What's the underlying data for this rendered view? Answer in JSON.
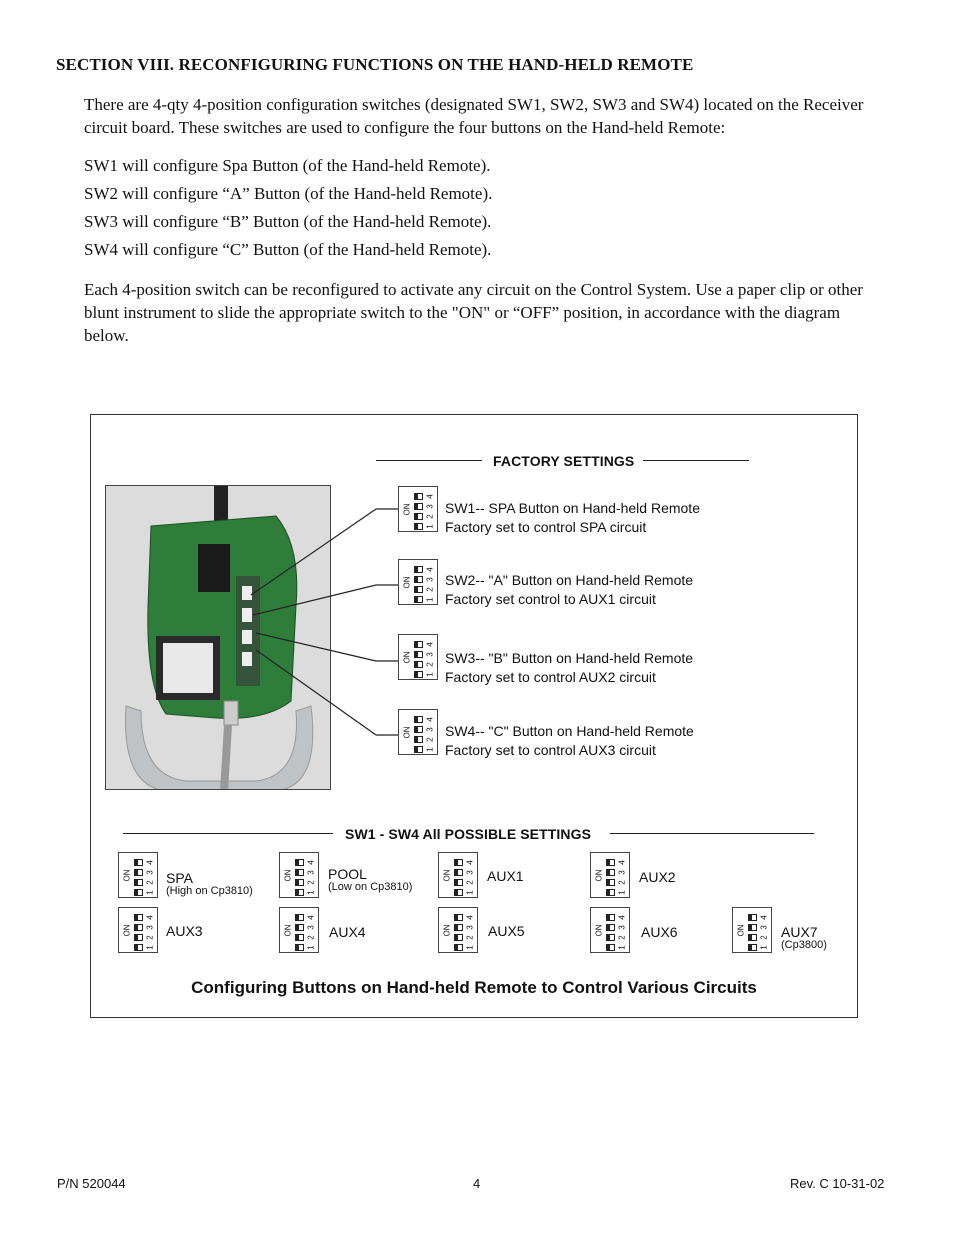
{
  "section_heading": "SECTION VIII.    RECONFIGURING FUNCTIONS ON THE HAND-HELD REMOTE",
  "intro": "There are 4-qty 4-position configuration switches (designated SW1, SW2, SW3 and SW4) located on the Receiver circuit board.  These switches are used to configure the four buttons on the Hand-held Remote:",
  "switch_lines": [
    "SW1 will configure Spa Button (of the Hand-held Remote).",
    "SW2 will configure “A” Button (of the Hand-held Remote).",
    "SW3 will configure “B” Button (of the Hand-held Remote).",
    "SW4 will configure “C” Button (of the Hand-held Remote)."
  ],
  "instructions": "Each 4-position switch can be reconfigured to activate any circuit on the Control System.  Use a paper clip or other blunt instrument to slide the appropriate switch to the \"ON\" or “OFF” position, in accordance with the diagram below.",
  "figure": {
    "factory_title": "FACTORY SETTINGS",
    "factory": [
      {
        "line1": "SW1-- SPA Button on Hand-held Remote",
        "line2": "Factory set to control SPA circuit",
        "on": [
          false,
          false,
          false,
          false
        ]
      },
      {
        "line1": "SW2--  \"A\" Button on Hand-held Remote",
        "line2": "Factory set control to AUX1 circuit",
        "on": [
          false,
          false,
          false,
          false
        ]
      },
      {
        "line1": "SW3-- \"B\" Button on Hand-held Remote",
        "line2": "Factory set to control AUX2 circuit",
        "on": [
          false,
          false,
          false,
          false
        ]
      },
      {
        "line1": "SW4-- \"C\" Button on Hand-held Remote",
        "line2": "Factory set to control AUX3 circuit",
        "on": [
          false,
          false,
          false,
          false
        ]
      }
    ],
    "possible_title": "SW1 - SW4    All POSSIBLE SETTINGS",
    "possible": [
      {
        "label": "SPA",
        "note": "(High on Cp3810)"
      },
      {
        "label": "POOL",
        "note": "(Low on Cp3810)"
      },
      {
        "label": "AUX1",
        "note": ""
      },
      {
        "label": "AUX2",
        "note": ""
      },
      {
        "label": "AUX3",
        "note": ""
      },
      {
        "label": "AUX4",
        "note": ""
      },
      {
        "label": "AUX5",
        "note": ""
      },
      {
        "label": "AUX6",
        "note": ""
      },
      {
        "label": "AUX7",
        "note": "(Cp3800)"
      }
    ],
    "switch_on_label": "ON",
    "switch_numbers": [
      "1",
      "2",
      "3",
      "4"
    ],
    "caption": "Configuring Buttons on Hand-held Remote to Control Various Circuits"
  },
  "footer": {
    "part_number": "P/N   520044",
    "page": "4",
    "revision": "Rev. C  10-31-02"
  }
}
